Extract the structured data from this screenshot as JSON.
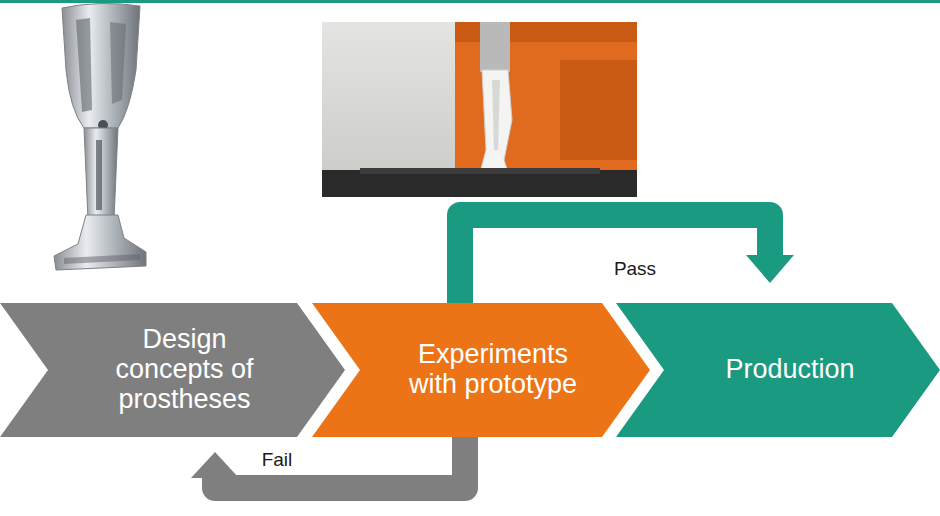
{
  "diagram": {
    "nodes": [
      {
        "text": [
          "Design concepts of prostheses"
        ]
      },
      {
        "text": [
          "Experiments with prototype"
        ]
      },
      {
        "text": [
          "Production"
        ]
      }
    ],
    "edges": [
      {
        "from": 1,
        "to": 2,
        "arrow": "to",
        "label": "Pass"
      },
      {
        "from": 1,
        "to": 0,
        "arrow": "to",
        "label": "Fail"
      }
    ]
  }
}
